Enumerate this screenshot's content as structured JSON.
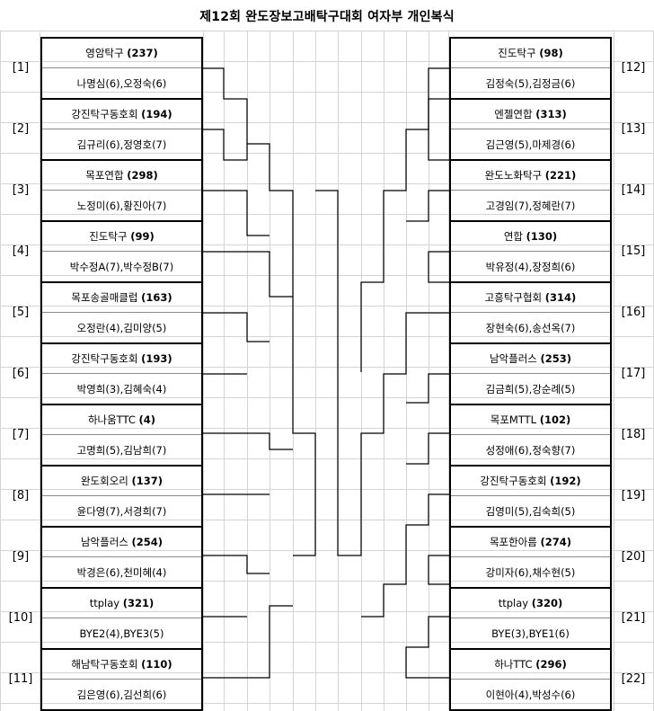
{
  "title": "제12회 완도장보고배탁구대회 여자부 개인복식",
  "left": [
    {
      "seed": "[1]",
      "team": "영암탁구",
      "num": "(237)",
      "players": "나명심(6),오정숙(6)"
    },
    {
      "seed": "[2]",
      "team": "강진탁구동호회",
      "num": "(194)",
      "players": "김규리(6),정영호(7)"
    },
    {
      "seed": "[3]",
      "team": "목포연합",
      "num": "(298)",
      "players": "노정미(6),황진아(7)"
    },
    {
      "seed": "[4]",
      "team": "진도탁구",
      "num": "(99)",
      "players": "박수정A(7),박수정B(7)"
    },
    {
      "seed": "[5]",
      "team": "목포송골매클럽",
      "num": "(163)",
      "players": "오정란(4),김미양(5)"
    },
    {
      "seed": "[6]",
      "team": "강진탁구동호회",
      "num": "(193)",
      "players": "박영희(3),김혜숙(4)"
    },
    {
      "seed": "[7]",
      "team": "하나움TTC",
      "num": "(4)",
      "players": "고명희(5),김남희(7)"
    },
    {
      "seed": "[8]",
      "team": "완도회오리",
      "num": "(137)",
      "players": "윤다영(7),서경희(7)"
    },
    {
      "seed": "[9]",
      "team": "남악플러스",
      "num": "(254)",
      "players": "박경은(6),천미혜(4)"
    },
    {
      "seed": "[10]",
      "team": "ttplay",
      "num": "(321)",
      "players": "BYE2(4),BYE3(5)"
    },
    {
      "seed": "[11]",
      "team": "해남탁구동호회",
      "num": "(110)",
      "players": "김은영(6),김선희(6)"
    }
  ],
  "right": [
    {
      "seed": "[12]",
      "team": "진도탁구",
      "num": "(98)",
      "players": "김정숙(5),김정금(6)"
    },
    {
      "seed": "[13]",
      "team": "엔젤연합",
      "num": "(313)",
      "players": "김근영(5),마제경(6)"
    },
    {
      "seed": "[14]",
      "team": "완도노화탁구",
      "num": "(221)",
      "players": "고경임(7),정혜란(7)"
    },
    {
      "seed": "[15]",
      "team": "연합",
      "num": "(130)",
      "players": "박유정(4),장정희(6)"
    },
    {
      "seed": "[16]",
      "team": "고흥탁구협회",
      "num": "(314)",
      "players": "장현숙(6),송선옥(7)"
    },
    {
      "seed": "[17]",
      "team": "남악플러스",
      "num": "(253)",
      "players": "김금희(5),강순례(5)"
    },
    {
      "seed": "[18]",
      "team": "목포MTTL",
      "num": "(102)",
      "players": "성정애(6),정숙향(7)"
    },
    {
      "seed": "[19]",
      "team": "강진탁구동호회",
      "num": "(192)",
      "players": "김영미(5),김숙희(5)"
    },
    {
      "seed": "[20]",
      "team": "목포한아름",
      "num": "(274)",
      "players": "강미자(6),채수현(5)"
    },
    {
      "seed": "[21]",
      "team": "ttplay",
      "num": "(320)",
      "players": "BYE(3),BYE1(6)"
    },
    {
      "seed": "[22]",
      "team": "하나TTC",
      "num": "(296)",
      "players": "이현아(4),박성수(6)"
    }
  ]
}
